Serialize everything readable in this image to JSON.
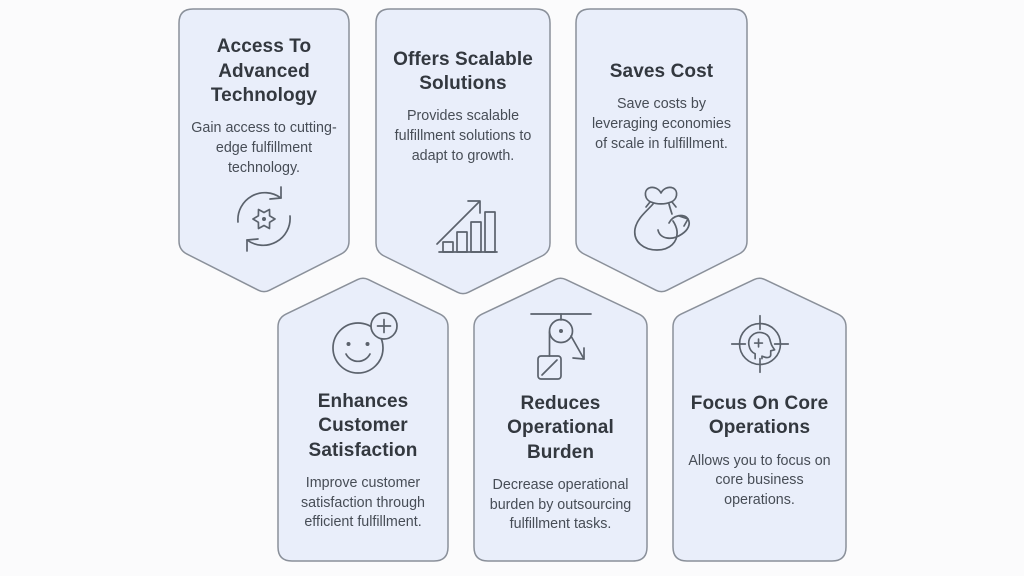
{
  "theme": {
    "page_bg": "#fbfbfc",
    "card_fill": "#e9eefa",
    "card_stroke": "#8a909a",
    "title_color": "#33383f",
    "body_color": "#474d56",
    "icon_stroke": "#5b626c"
  },
  "cards": [
    {
      "id": "access-advanced-technology",
      "title": "Access To Advanced Technology",
      "body": "Gain access to cutting-edge fulfillment technology.",
      "icon": "sync-gear-icon",
      "row": "top"
    },
    {
      "id": "offers-scalable-solutions",
      "title": "Offers Scalable Solutions",
      "body": "Provides scalable fulfillment solutions to adapt to growth.",
      "icon": "growth-chart-icon",
      "row": "top"
    },
    {
      "id": "saves-cost",
      "title": "Saves Cost",
      "body": "Save costs by leveraging economies of scale in fulfillment.",
      "icon": "money-bag-icon",
      "row": "top"
    },
    {
      "id": "enhances-customer-satisfaction",
      "title": "Enhances Customer Satisfaction",
      "body": "Improve customer satisfaction through efficient fulfillment.",
      "icon": "smiley-plus-icon",
      "row": "bottom"
    },
    {
      "id": "reduces-operational-burden",
      "title": "Reduces Operational Burden",
      "body": "Decrease operational burden by outsourcing fulfillment tasks.",
      "icon": "pulley-icon",
      "row": "bottom"
    },
    {
      "id": "focus-on-core-operations",
      "title": "Focus On Core Operations",
      "body": "Allows you to focus on core business operations.",
      "icon": "focus-head-icon",
      "row": "bottom"
    }
  ]
}
